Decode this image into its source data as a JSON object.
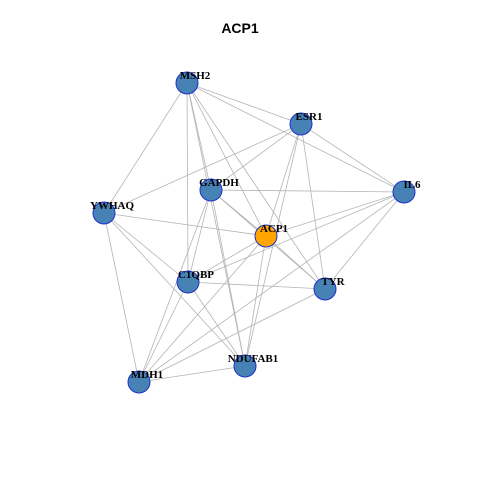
{
  "title": "ACP1",
  "colors": {
    "default_node": "#4682b4",
    "highlight_node": "#ffa500",
    "node_border": "#1f2fd0",
    "edge": "#b4b4b4"
  },
  "nodes": [
    {
      "id": "MSH2",
      "label": "MSH2"
    },
    {
      "id": "ESR1",
      "label": "ESR1"
    },
    {
      "id": "IL6",
      "label": "IL6"
    },
    {
      "id": "GAPDH",
      "label": "GAPDH"
    },
    {
      "id": "YWHAQ",
      "label": "YWHAQ"
    },
    {
      "id": "ACP1",
      "label": "ACP1",
      "highlight": true
    },
    {
      "id": "C1QBP",
      "label": "C1QBP"
    },
    {
      "id": "TYR",
      "label": "TYR"
    },
    {
      "id": "NDUFAB1",
      "label": "NDUFAB1"
    },
    {
      "id": "MDH1",
      "label": "MDH1"
    }
  ],
  "edges": [
    [
      "MSH2",
      "ESR1"
    ],
    [
      "MSH2",
      "IL6"
    ],
    [
      "MSH2",
      "YWHAQ"
    ],
    [
      "MSH2",
      "GAPDH"
    ],
    [
      "MSH2",
      "ACP1"
    ],
    [
      "MSH2",
      "C1QBP"
    ],
    [
      "MSH2",
      "TYR"
    ],
    [
      "MSH2",
      "NDUFAB1"
    ],
    [
      "ESR1",
      "IL6"
    ],
    [
      "ESR1",
      "GAPDH"
    ],
    [
      "ESR1",
      "YWHAQ"
    ],
    [
      "ESR1",
      "ACP1"
    ],
    [
      "ESR1",
      "TYR"
    ],
    [
      "ESR1",
      "NDUFAB1"
    ],
    [
      "IL6",
      "GAPDH"
    ],
    [
      "IL6",
      "ACP1"
    ],
    [
      "IL6",
      "C1QBP"
    ],
    [
      "IL6",
      "TYR"
    ],
    [
      "IL6",
      "MDH1"
    ],
    [
      "GAPDH",
      "ACP1"
    ],
    [
      "GAPDH",
      "C1QBP"
    ],
    [
      "GAPDH",
      "TYR"
    ],
    [
      "GAPDH",
      "NDUFAB1"
    ],
    [
      "GAPDH",
      "MDH1"
    ],
    [
      "YWHAQ",
      "ACP1"
    ],
    [
      "YWHAQ",
      "C1QBP"
    ],
    [
      "YWHAQ",
      "NDUFAB1"
    ],
    [
      "YWHAQ",
      "MDH1"
    ],
    [
      "ACP1",
      "C1QBP"
    ],
    [
      "ACP1",
      "TYR"
    ],
    [
      "ACP1",
      "NDUFAB1"
    ],
    [
      "ACP1",
      "MDH1"
    ],
    [
      "C1QBP",
      "TYR"
    ],
    [
      "C1QBP",
      "NDUFAB1"
    ],
    [
      "C1QBP",
      "MDH1"
    ],
    [
      "TYR",
      "MDH1"
    ],
    [
      "NDUFAB1",
      "MDH1"
    ]
  ]
}
